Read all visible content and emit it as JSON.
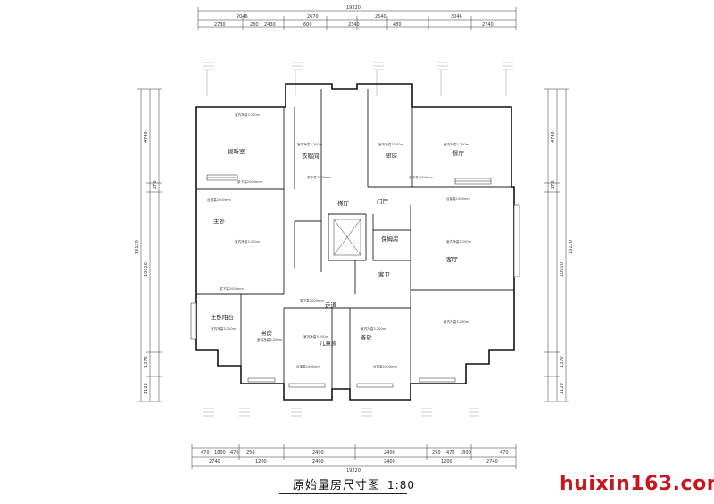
{
  "title": "原始量房尺寸图",
  "scale": "1:80",
  "watermark": "huixin163.com",
  "rooms": {
    "theater": "视听室",
    "cloak": "衣帽间",
    "kitchen": "厨房",
    "dining": "餐厅",
    "master": "主卧",
    "living": "客厅",
    "nanny": "保姆房",
    "guest_wc": "客卫",
    "hall": "走道",
    "entry": "门厅",
    "elevator_hall": "梯厅",
    "master_balcony": "主卧阳台",
    "study": "书房",
    "kids": "儿童房",
    "guest_bed": "客卧"
  },
  "dims": {
    "total": "19220",
    "top_seg": [
      "2046",
      "2670",
      "2540",
      "2046"
    ],
    "top_sub": [
      "2730",
      "280",
      "2430",
      "600",
      "2340",
      "480",
      "2740"
    ],
    "side_a": [
      "4740",
      "270"
    ],
    "side_b": "13170",
    "side_c": [
      "10010",
      "1370",
      "1120"
    ],
    "bot_seg": [
      "2740",
      "1200",
      "2400",
      "2400",
      "1200",
      "2740"
    ],
    "bot_sub": [
      "470",
      "1800",
      "470",
      "250",
      "2400",
      "2400",
      "250",
      "470",
      "1800",
      "470"
    ]
  },
  "notes": {
    "height_a": "室内净高3.200m",
    "height_b": "室内净高3.200m",
    "beam": "梁下高2000mm",
    "window": "台窗高1000mm"
  }
}
